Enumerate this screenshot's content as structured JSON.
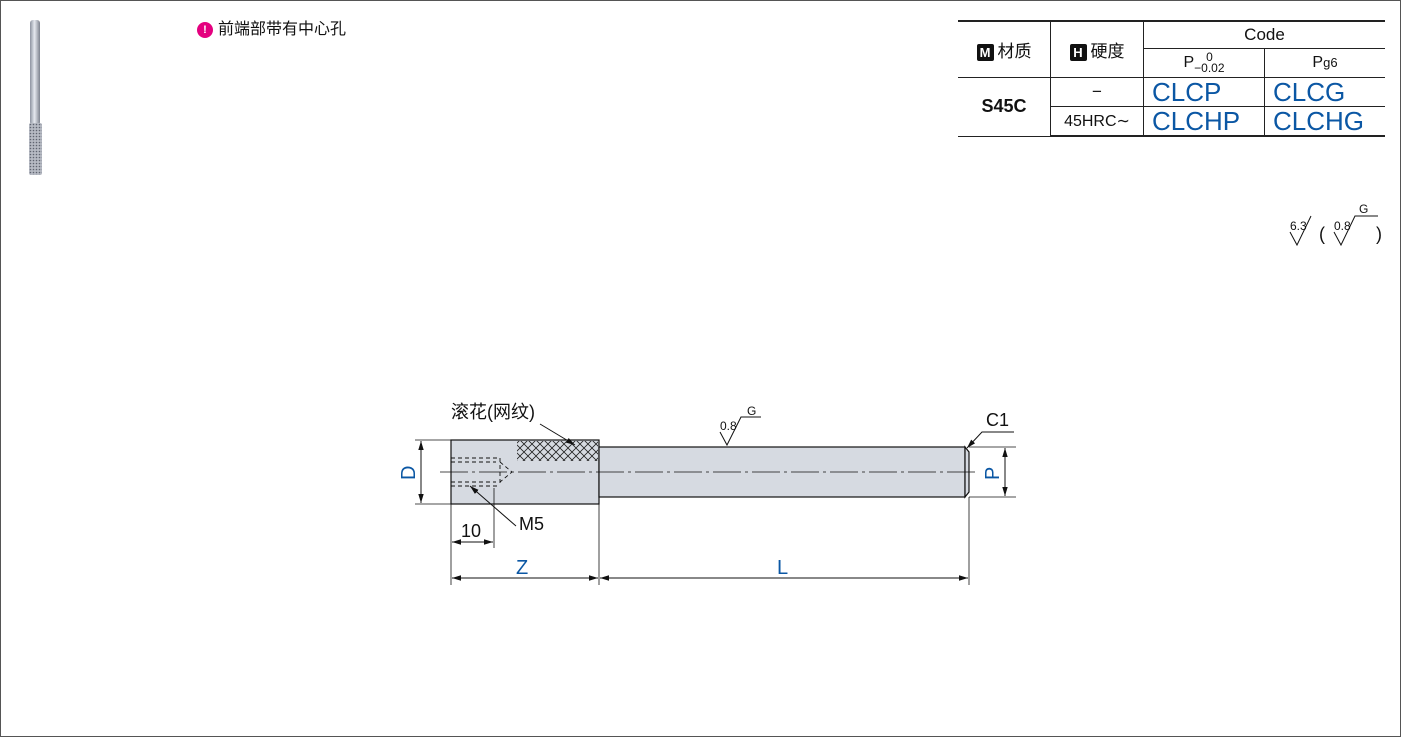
{
  "note": {
    "icon": "!",
    "text": "前端部带有中心孔"
  },
  "table": {
    "material_header": "材质",
    "material_badge": "M",
    "hardness_header": "硬度",
    "hardness_badge": "H",
    "code_header": "Code",
    "col_p_main": "P",
    "col_p_tol_upper": "0",
    "col_p_tol_lower": "−0.02",
    "col_pg_main": "P",
    "col_pg_sub": "g6",
    "material": "S45C",
    "rows": [
      {
        "hardness": "−",
        "code_p": "CLCP",
        "code_pg": "CLCG"
      },
      {
        "hardness": "45HRC∼",
        "code_p": "CLCHP",
        "code_pg": "CLCHG"
      }
    ]
  },
  "surface": {
    "rough_general": "6.3",
    "rough_special": "0.8",
    "grade": "G",
    "paren_open": "(",
    "paren_close": ")"
  },
  "drawing": {
    "knurl_label": "滚花(网纹)",
    "chamfer_label": "C1",
    "rough_value": "0.8",
    "rough_grade": "G",
    "thread_label": "M5",
    "depth_label": "10",
    "dim_D": "D",
    "dim_P": "P",
    "dim_Z": "Z",
    "dim_L": "L"
  },
  "colors": {
    "dimension": "#0b57a4",
    "note_icon": "#e4007f"
  }
}
